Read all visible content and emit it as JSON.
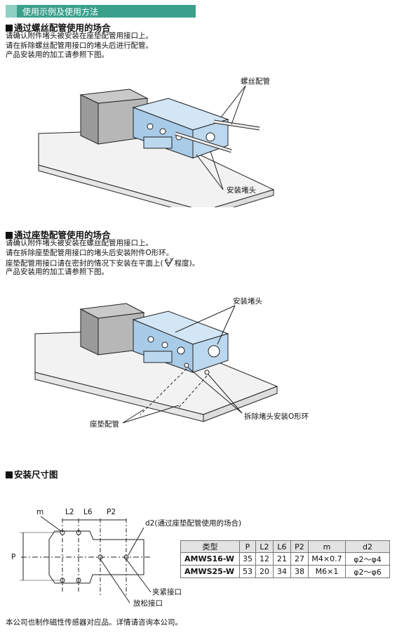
{
  "header": {
    "title": "使用示例及使用方法"
  },
  "section1": {
    "title": "通过螺丝配管使用的场合",
    "lines": [
      "请确认附件堵头被安装在座垫配管用接口上。",
      "请在拆除螺丝配管用接口的堵头后进行配管。",
      "产品安装用的加工请参照下图。"
    ],
    "labels": {
      "screw_piping": "螺丝配管",
      "plug": "安装堵头"
    }
  },
  "section2": {
    "title": "通过座垫配管使用的场合",
    "lines": [
      "请确认附件堵头被安装在螺丝配管用接口上。",
      "请在拆除座垫配管用接口的堵头后安装附件O形环。",
      "座垫配管用接口请在密封的情况下安装在平面上(",
      "产品安装用的加工请参照下图。"
    ],
    "line3_suffix": "程度)。",
    "roughness_value": "6.3",
    "labels": {
      "plug": "安装堵头",
      "pad_piping": "座垫配管",
      "remove_plug": "拆除堵头安装O形环"
    }
  },
  "section3": {
    "title": "安装尺寸图",
    "dims": {
      "m": "m",
      "l2": "L2",
      "l6": "L6",
      "p2": "P2",
      "p": "P",
      "d2_note": "d2(通过座垫配管使用的场合)",
      "clamp_port": "夹紧接口",
      "release_port": "放松接口"
    }
  },
  "table": {
    "headers": [
      "类型",
      "P",
      "L2",
      "L6",
      "P2",
      "m",
      "d2"
    ],
    "rows": [
      [
        "AMWS16-W",
        "35",
        "12",
        "21",
        "27",
        "M4×0.7",
        "φ2～φ4"
      ],
      [
        "AMWS25-W",
        "53",
        "20",
        "34",
        "38",
        "M6×1",
        "φ2～φ6"
      ]
    ]
  },
  "footer": "本公司也制作磁性传感器对应品。详情请咨询本公司。"
}
